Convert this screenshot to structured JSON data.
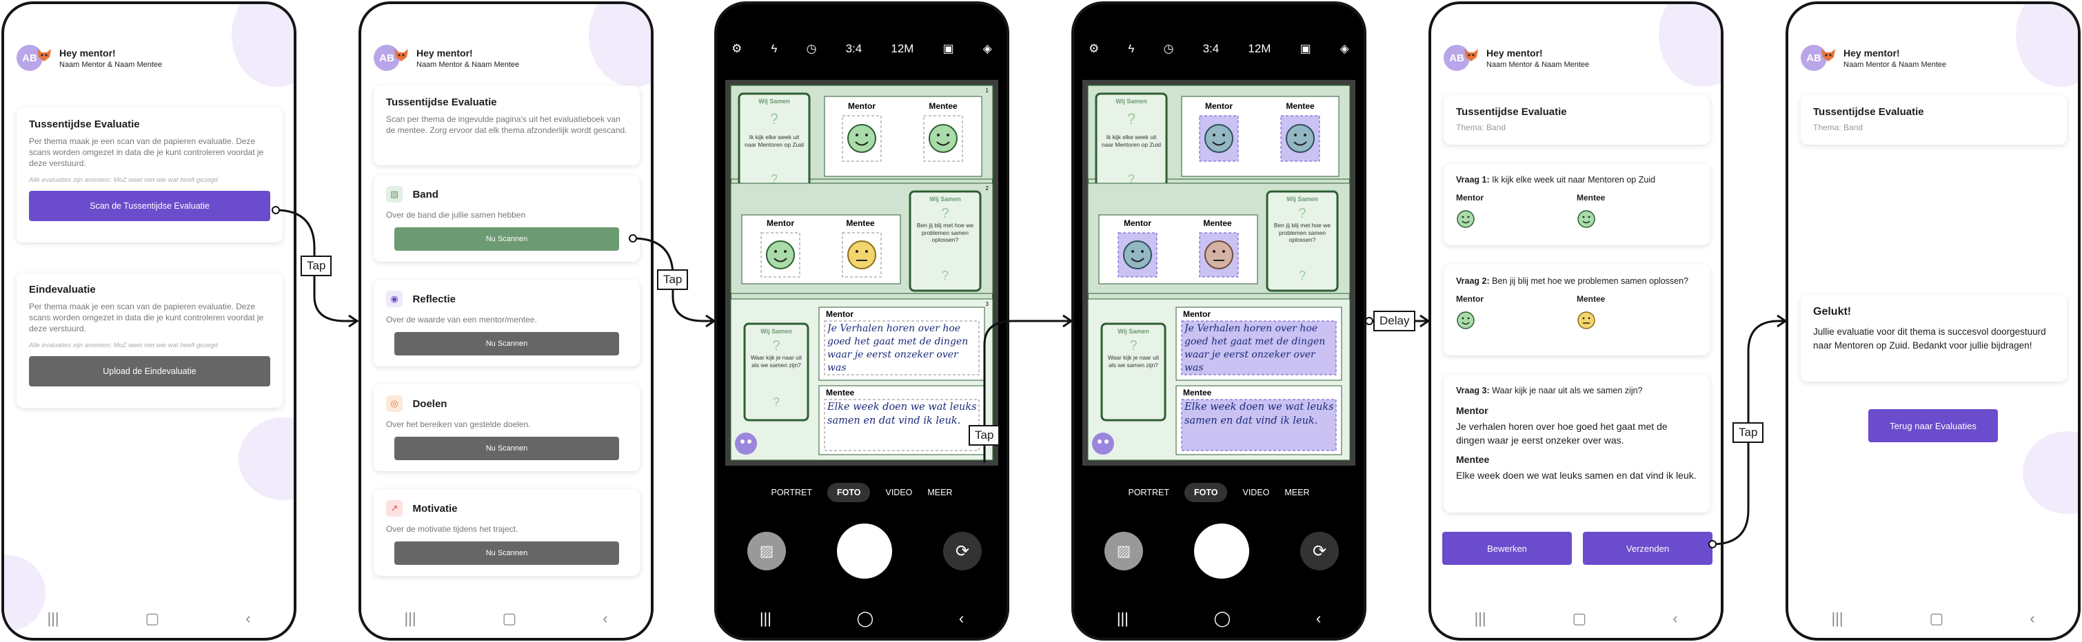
{
  "header": {
    "avatar": "AB",
    "greeting": "Hey mentor!",
    "names": "Naam Mentor & Naam Mentee"
  },
  "screen1": {
    "tussen": {
      "title": "Tussentijdse Evaluatie",
      "desc": "Per thema maak je een scan van de papieren evaluatie. Deze scans worden omgezet in data die je kunt controleren voordat je deze verstuurd.",
      "note": "Alle evaluaties zijn anoniem; MoZ weet niet wie wat heeft gezegd",
      "button": "Scan de Tussentijdse Evaluatie"
    },
    "eind": {
      "title": "Eindevaluatie",
      "desc": "Per thema maak je een scan van de papieren evaluatie. Deze scans worden omgezet in data die je kunt controleren voordat je deze verstuurd.",
      "note": "Alle evaluaties zijn anoniem; MoZ weet niet wie wat heeft gezegd",
      "button": "Upload de Eindevaluatie"
    }
  },
  "screen2": {
    "title": "Tussentijdse Evaluatie",
    "desc": "Scan per thema de ingevulde pagina's uit het evaluatieboek van de mentee. Zorg ervoor dat elk thema afzonderlijk wordt gescand.",
    "topics": [
      {
        "title": "Band",
        "desc": "Over de band die jullie samen hebben",
        "button": "Nu Scannen"
      },
      {
        "title": "Reflectie",
        "desc": "Over de waarde van een mentor/mentee.",
        "button": "Nu Scannen"
      },
      {
        "title": "Doelen",
        "desc": "Over het bereiken van gestelde doelen.",
        "button": "Nu Scannen"
      },
      {
        "title": "Motivatie",
        "desc": "Over de motivatie tijdens het traject.",
        "button": "Nu Scannen"
      }
    ]
  },
  "camera": {
    "ratio": "3:4",
    "megapixels": "12M",
    "modes": [
      "PORTRET",
      "FOTO",
      "VIDEO",
      "MEER"
    ],
    "paper": {
      "badge": "Wij Samen",
      "q1": "Ik kijk elke week uit naar Mentoren op Zuid",
      "q2": "Ben jij blij met hoe we problemen samen oplossen?",
      "q3": "Waar kijk je naar uit als we samen zijn?",
      "mentor": "Mentor",
      "mentee": "Mentee",
      "num1": "1",
      "num2": "2",
      "num3": "3",
      "hand_mentor": "Je Verhalen horen over hoe goed het gaat met de dingen waar je eerst onzeker over was",
      "hand_mentee": "Elke week doen we wat leuks samen en dat vind ik leuk."
    }
  },
  "screen5": {
    "title": "Tussentijdse Evaluatie",
    "subtitle": "Thema: Band",
    "q1_label": "Vraag 1:",
    "q1_text": "Ik kijk elke week uit naar Mentoren op Zuid",
    "q2_label": "Vraag 2:",
    "q2_text": "Ben jij blij met hoe we problemen samen oplossen?",
    "q3_label": "Vraag 3:",
    "q3_text": "Waar kijk je naar uit als we samen zijn?",
    "mentor": "Mentor",
    "mentee": "Mentee",
    "answer_mentor": "Je verhalen horen over hoe goed het gaat met de dingen waar je eerst onzeker over was.",
    "answer_mentee": "Elke week doen we wat leuks samen en dat vind ik leuk.",
    "edit": "Bewerken",
    "send": "Verzenden"
  },
  "screen6": {
    "title": "Tussentijdse Evaluatie",
    "subtitle": "Thema: Band",
    "success_title": "Gelukt!",
    "success_text": "Jullie evaluatie voor dit thema is succesvol doorgestuurd naar Mentoren op Zuid. Bedankt voor jullie bijdragen!",
    "back": "Terug naar Evaluaties"
  },
  "flow": {
    "tap": "Tap",
    "delay": "Delay"
  },
  "colors": {
    "purple": "#6a4ccc",
    "grey": "#666666",
    "green": "#6c9a72",
    "paper_green": "#cfe3d0",
    "face_green": "#a9dca9",
    "face_yellow": "#f2d66d"
  }
}
